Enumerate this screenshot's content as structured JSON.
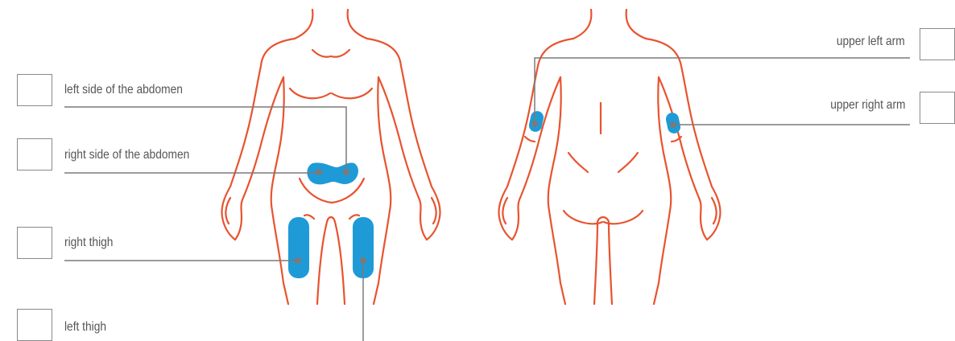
{
  "colors": {
    "outline": "#e8532f",
    "site_fill": "#1e9bd7",
    "leader_line": "#7a7a7a",
    "label_text": "#555555",
    "checkbox_border": "#8a8a8a"
  },
  "sites": {
    "left_abdomen": {
      "label": "left side of the abdomen",
      "checked": false
    },
    "right_abdomen": {
      "label": "right side of the abdomen",
      "checked": false
    },
    "right_thigh": {
      "label": "right thigh",
      "checked": false
    },
    "left_thigh": {
      "label": "left thigh",
      "checked": false
    },
    "upper_left_arm": {
      "label": "upper left arm",
      "checked": false
    },
    "upper_right_arm": {
      "label": "upper right arm",
      "checked": false
    }
  }
}
